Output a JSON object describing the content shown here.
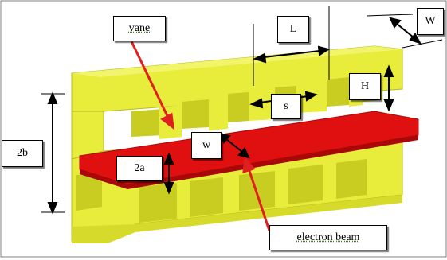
{
  "labels": {
    "vane": "vane",
    "L": "L",
    "W_big": "W",
    "H": "H",
    "s": "s",
    "two_b": "2b",
    "w_small": "w",
    "two_a": "2a",
    "electron_beam": "electron beam"
  },
  "colors": {
    "structure": "#e8ec3a",
    "structure_shadow": "#c9cd22",
    "structure_dark": "#a7ab14",
    "beam": "#e01010",
    "beam_dark": "#a80808",
    "pointer": "#e02020"
  }
}
